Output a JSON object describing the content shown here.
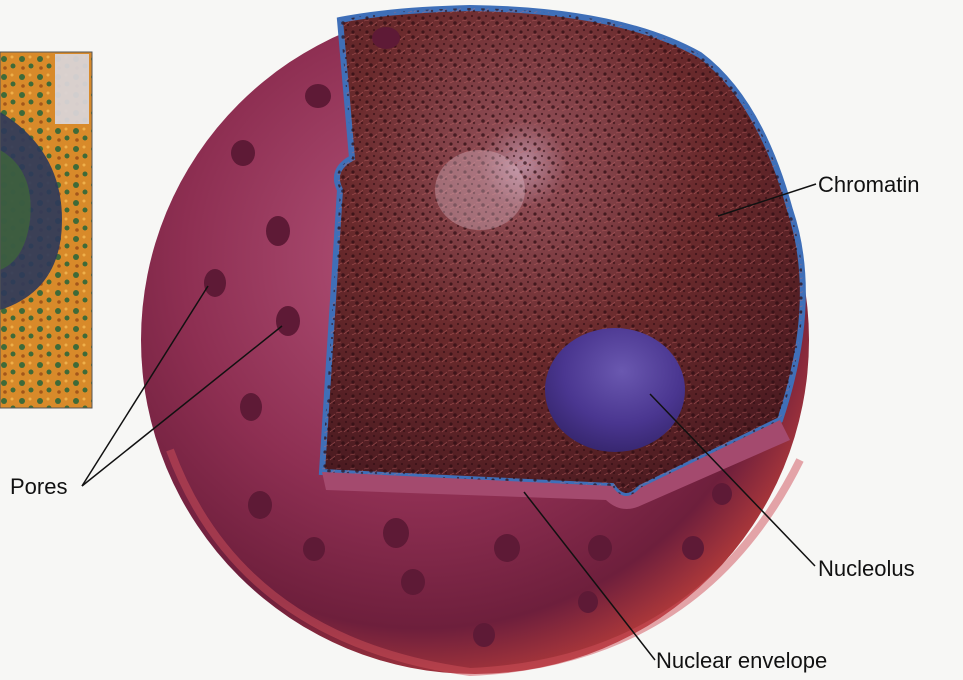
{
  "labels": {
    "chromatin": "Chromatin",
    "pores": "Pores",
    "nucleolus": "Nucleolus",
    "nuclear_envelope": "Nuclear envelope"
  },
  "colors": {
    "envelope_outer": "#8e2f52",
    "envelope_inner_edge": "#3f6fb8",
    "chromatin": "#6a2a2c",
    "nucleolus": "#4a3690",
    "micrograph_orange": "#d88a2a",
    "micrograph_green": "#3f6a38"
  },
  "icons": {
    "micrograph": "electron-micrograph-inset"
  }
}
